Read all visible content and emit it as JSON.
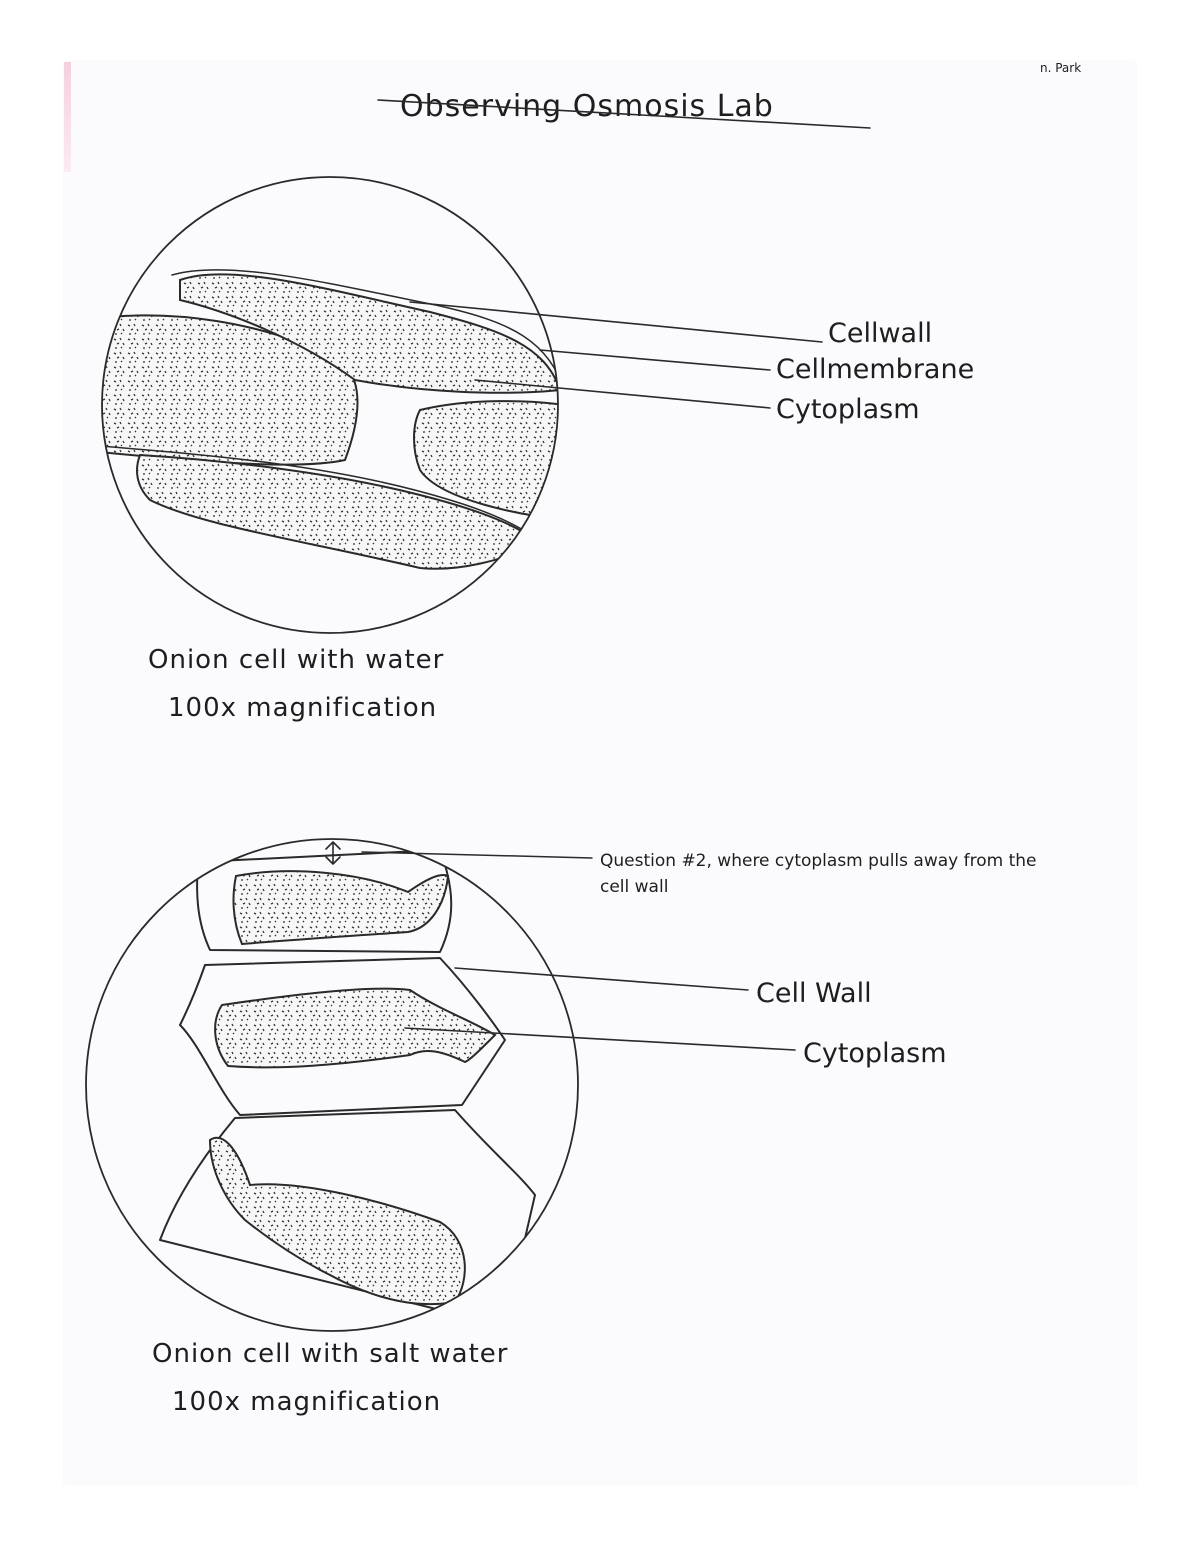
{
  "page": {
    "title": "Observing Osmosis Lab",
    "corner_note": "n. Park"
  },
  "diagram_water": {
    "labels": {
      "cell_wall": "Cellwall",
      "cell_membrane": "Cellmembrane",
      "cytoplasm": "Cytoplasm"
    },
    "caption_line1": "Onion cell  with water",
    "caption_line2": "100x magnification"
  },
  "diagram_salt": {
    "labels": {
      "question_line1": "Question #2, where cytoplasm pulls away from the",
      "question_line2": "cell wall",
      "cell_wall": "Cell Wall",
      "cytoplasm": "Cytoplasm"
    },
    "caption_line1": "Onion  cell   with salt water",
    "caption_line2": "100x magnification"
  },
  "colors": {
    "ink": "#2a2a2a",
    "paper": "#fbfbfd",
    "margin_pink": "#f4cfe0"
  }
}
